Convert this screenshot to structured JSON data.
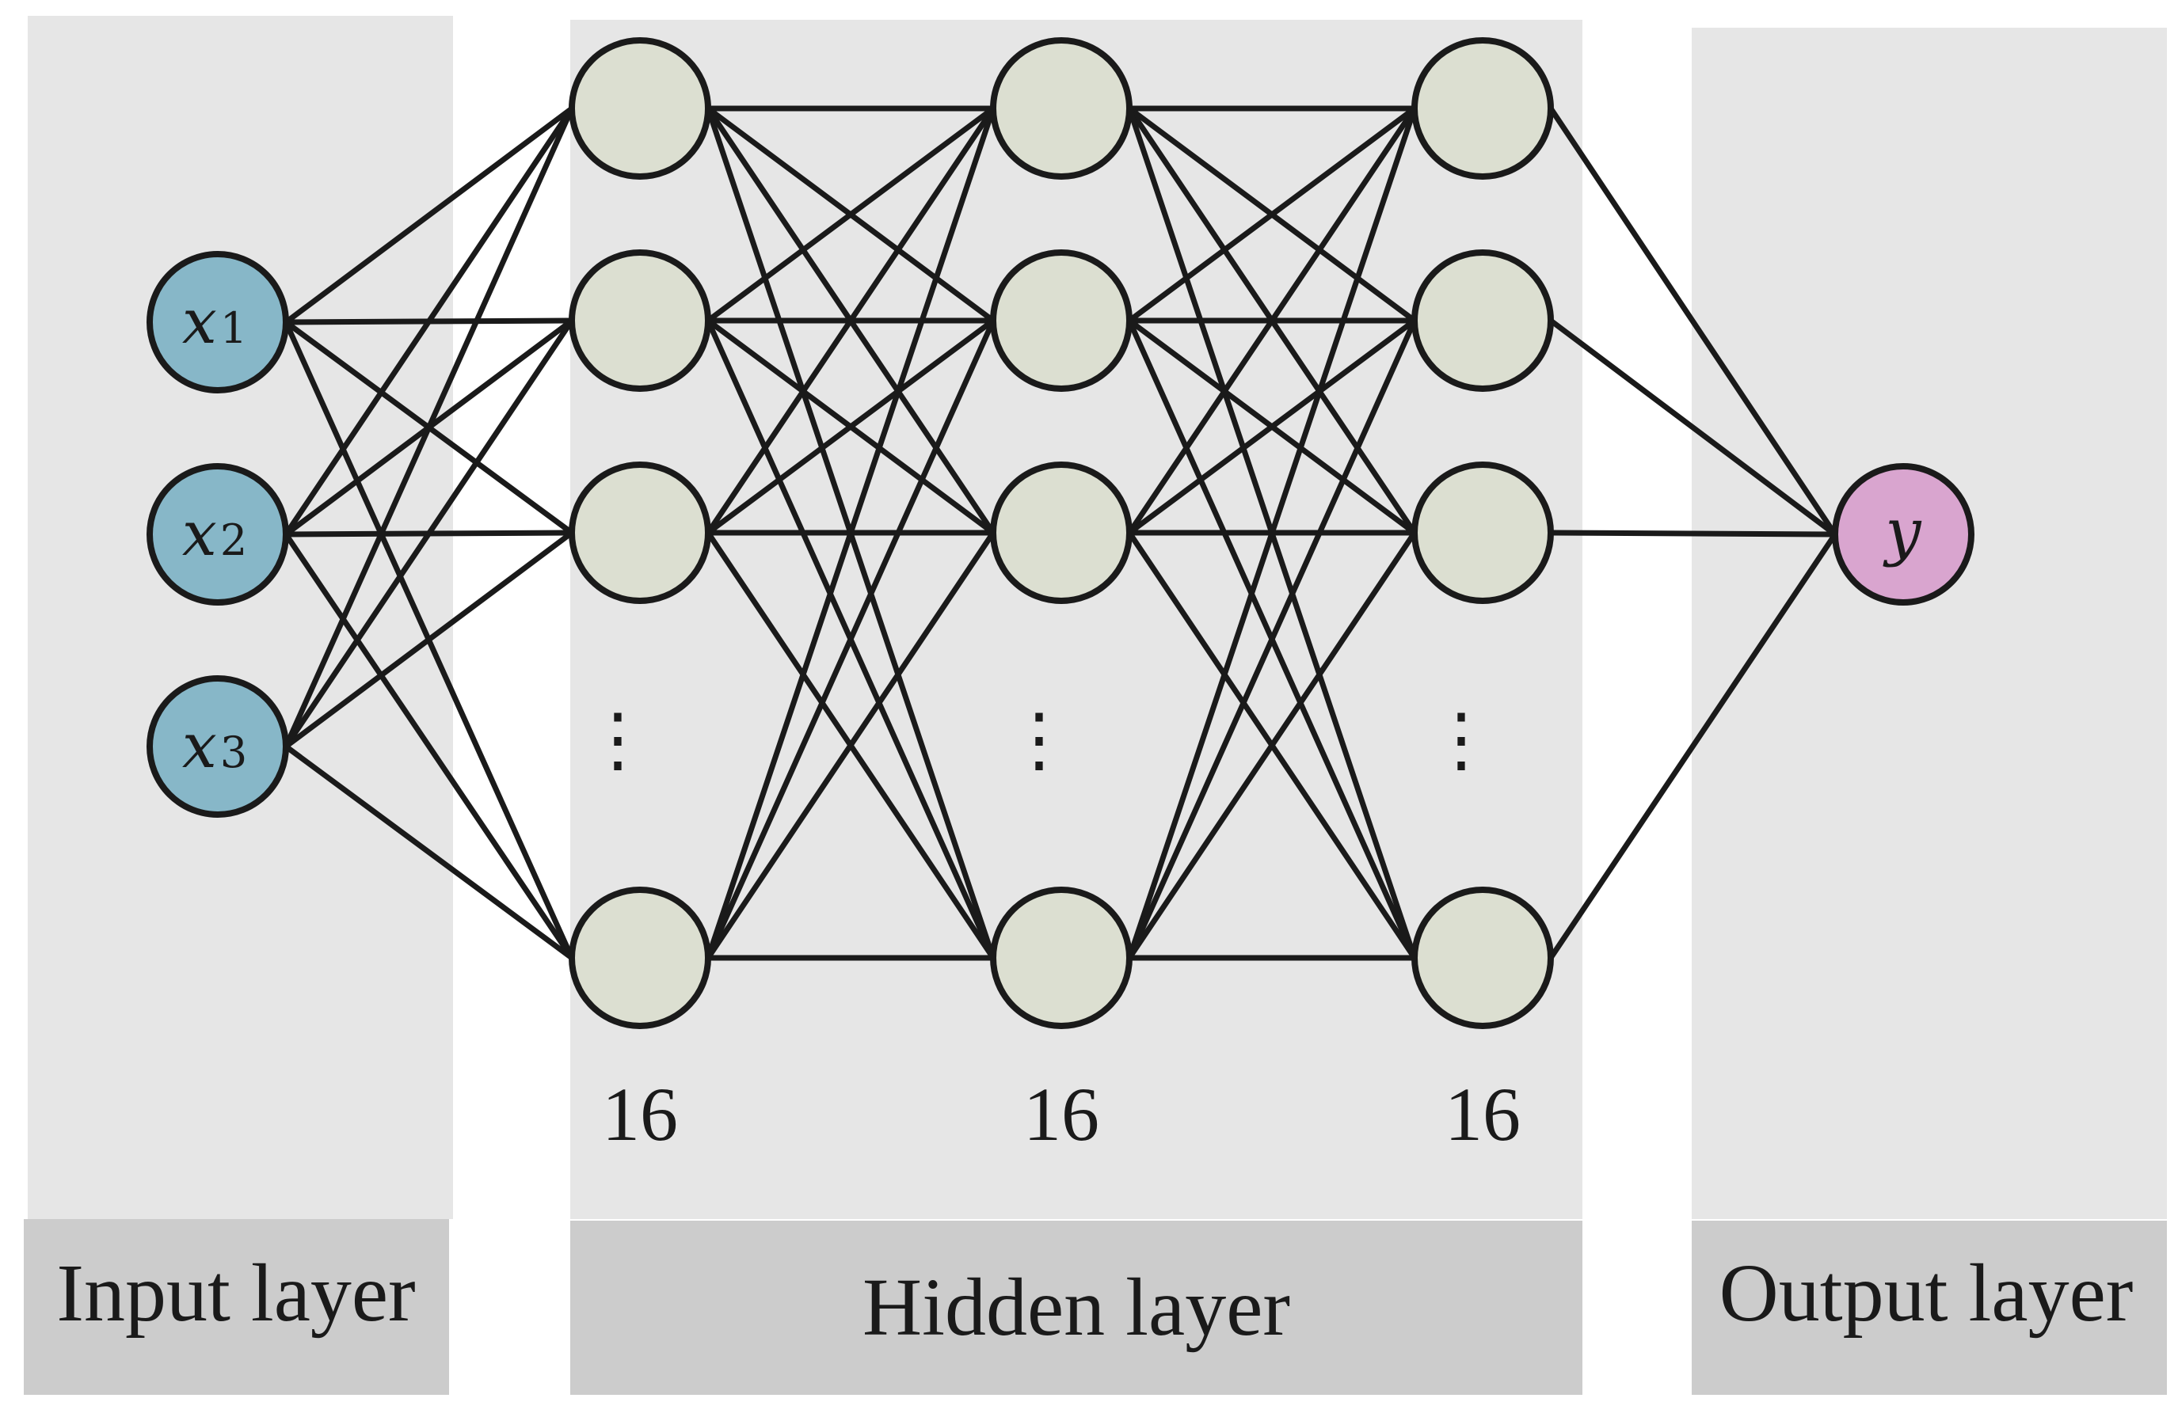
{
  "colors": {
    "panel": "#e6e6e6",
    "label_band": "#cccccc",
    "input_node": "#87b7c8",
    "hidden_node": "#dcdfd1",
    "output_node": "#d9a5cf",
    "edge": "#1a1a1a"
  },
  "layers": {
    "input": {
      "band_label": "Input layer",
      "nodes": [
        {
          "symbol": "x",
          "sub": "1"
        },
        {
          "symbol": "x",
          "sub": "2"
        },
        {
          "symbol": "x",
          "sub": "3"
        }
      ]
    },
    "hidden": {
      "band_label": "Hidden layer",
      "columns": [
        {
          "count": "16",
          "ellipsis": "⋮"
        },
        {
          "count": "16",
          "ellipsis": "⋮"
        },
        {
          "count": "16",
          "ellipsis": "⋮"
        }
      ]
    },
    "output": {
      "band_label": "Output layer",
      "node": {
        "symbol": "y"
      }
    }
  }
}
